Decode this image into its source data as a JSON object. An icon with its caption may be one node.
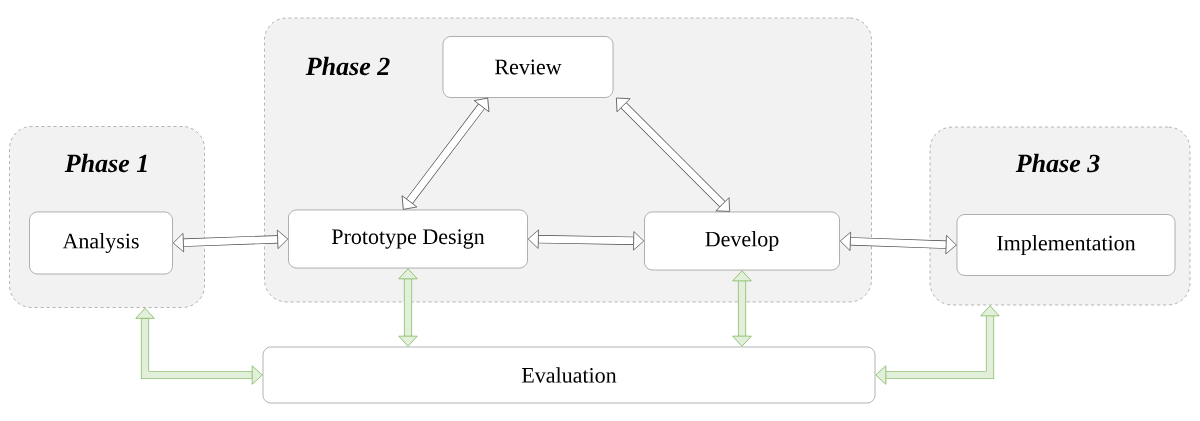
{
  "diagram": {
    "nodes": [
      {
        "text": [
          "Phase 1"
        ]
      },
      {
        "text": [
          "Analysis"
        ],
        "in": 0
      },
      {
        "text": [
          "Phase 2"
        ]
      },
      {
        "text": [
          "Review"
        ],
        "in": 2
      },
      {
        "text": [
          "Prototype Design"
        ],
        "in": 2
      },
      {
        "text": [
          "Develop"
        ],
        "in": 2
      },
      {
        "text": [
          "Phase 3"
        ]
      },
      {
        "text": [
          "Implementation"
        ],
        "in": 6
      },
      {
        "text": [
          "Evaluation"
        ]
      }
    ],
    "edges": [
      {
        "from": 1,
        "to": 4,
        "arrow": "both"
      },
      {
        "from": 3,
        "to": 4,
        "arrow": "both"
      },
      {
        "from": 3,
        "to": 5,
        "arrow": "both"
      },
      {
        "from": 4,
        "to": 5,
        "arrow": "both"
      },
      {
        "from": 5,
        "to": 7,
        "arrow": "both"
      },
      {
        "from": 4,
        "to": 8,
        "arrow": "both",
        "color": "#70ad47"
      },
      {
        "from": 5,
        "to": 8,
        "arrow": "both",
        "color": "#70ad47"
      },
      {
        "from": 0,
        "to": 8,
        "arrow": "both",
        "color": "#70ad47"
      },
      {
        "from": 6,
        "to": 8,
        "arrow": "both",
        "color": "#70ad47"
      }
    ]
  }
}
